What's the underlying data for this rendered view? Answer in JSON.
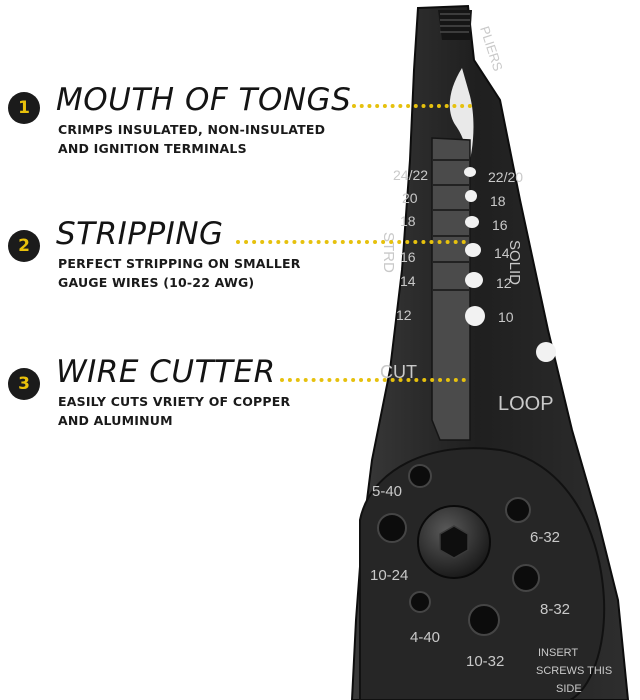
{
  "callouts": [
    {
      "number": "1",
      "title": "MOUTH OF TONGS",
      "lines": [
        "CRIMPS INSULATED, NON-INSULATED",
        "AND IGNITION TERMINALS"
      ]
    },
    {
      "number": "2",
      "title": "STRIPPING",
      "lines": [
        "PERFECT STRIPPING ON SMALLER",
        "GAUGE WIRES (10-22 AWG)"
      ]
    },
    {
      "number": "3",
      "title": "WIRE CUTTER",
      "lines": [
        "EASILY CUTS VRIETY OF COPPER",
        "AND ALUMINUM"
      ]
    }
  ],
  "tool_labels": {
    "pliers": "PLIERS",
    "stranded": "STRD",
    "solid": "SOLID",
    "cut": "CUT",
    "loop": "LOOP",
    "stranded_gauges": [
      "24/22",
      "20",
      "18",
      "16",
      "14",
      "12"
    ],
    "solid_gauges": [
      "22/20",
      "18",
      "16",
      "14",
      "12",
      "10"
    ],
    "screw_sizes": [
      "5-40",
      "6-32",
      "10-24",
      "8-32",
      "4-40",
      "10-32"
    ],
    "insert_note": [
      "INSERT",
      "SCREWS THIS",
      "SIDE"
    ]
  },
  "colors": {
    "accent": "#e6c10e",
    "badge_bg": "#1b1b1b",
    "tool_body": "#1e1e1e",
    "label_ink": "#c9c9c9"
  }
}
